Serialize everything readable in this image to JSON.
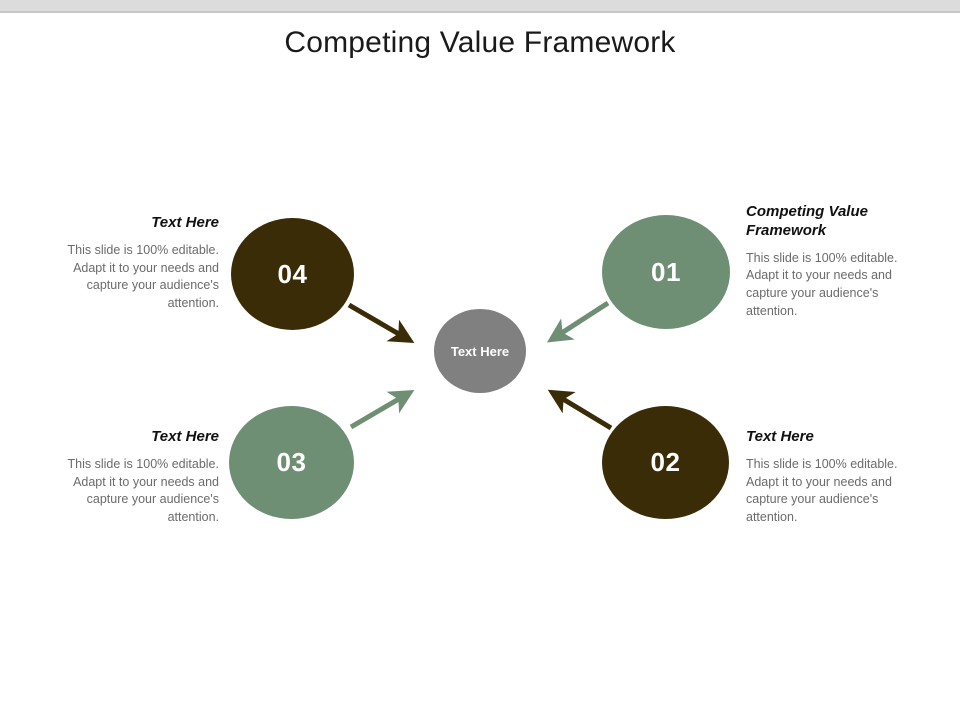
{
  "slide": {
    "title": "Competing Value Framework",
    "background": "#ffffff",
    "top_band_color": "#dcdcdc"
  },
  "colors": {
    "brown": "#3a2c06",
    "green": "#6e8f74",
    "gray": "#808080",
    "heading_text": "#111111",
    "body_text": "#6b6b6b",
    "title_text": "#1a1a1a"
  },
  "center": {
    "label": "Text Here",
    "color": "#808080"
  },
  "nodes": [
    {
      "id": "node-01",
      "number": "01",
      "color": "#6e8f74",
      "position": "top-right"
    },
    {
      "id": "node-02",
      "number": "02",
      "color": "#3a2c06",
      "position": "bottom-right"
    },
    {
      "id": "node-03",
      "number": "03",
      "color": "#6e8f74",
      "position": "bottom-left"
    },
    {
      "id": "node-04",
      "number": "04",
      "color": "#3a2c06",
      "position": "top-left"
    }
  ],
  "blocks": {
    "top_left": {
      "heading": "Text Here",
      "body": "This slide is 100% editable. Adapt it to your needs and capture your audience's attention.",
      "align": "right"
    },
    "bottom_left": {
      "heading": "Text Here",
      "body": "This slide is 100% editable. Adapt it to your needs and capture your audience's attention.",
      "align": "right"
    },
    "top_right": {
      "heading": "Competing Value Framework",
      "body": "This slide is 100% editable. Adapt it to your needs and capture your audience's attention.",
      "align": "left"
    },
    "bottom_right": {
      "heading": "Text Here",
      "body": "This slide is 100% editable. Adapt it to your needs and capture your audience's attention.",
      "align": "left"
    }
  },
  "connectors": [
    {
      "from": "node-04",
      "to": "center",
      "color": "#3a2c06",
      "direction": "down-right"
    },
    {
      "from": "node-01",
      "to": "center",
      "color": "#6e8f74",
      "direction": "down-left"
    },
    {
      "from": "node-03",
      "to": "center",
      "color": "#6e8f74",
      "direction": "up-right"
    },
    {
      "from": "node-02",
      "to": "center",
      "color": "#3a2c06",
      "direction": "up-left"
    }
  ]
}
